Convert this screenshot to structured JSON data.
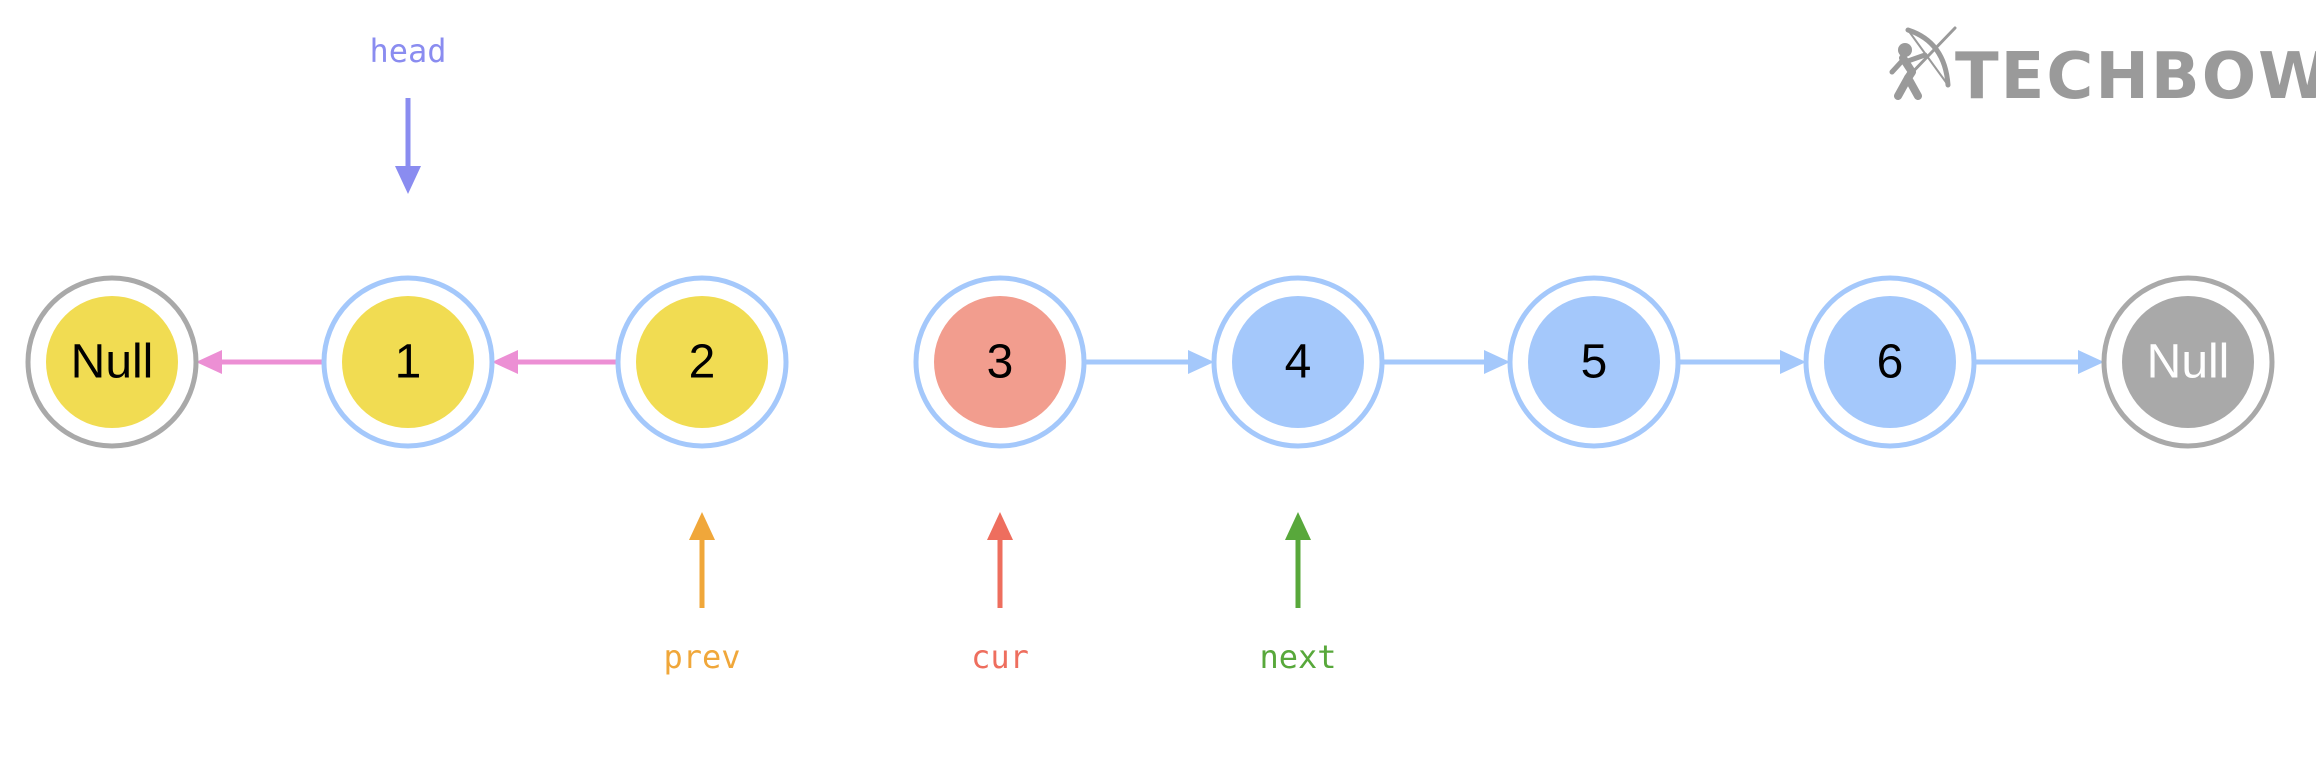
{
  "colors": {
    "yellow_fill": "#f1dc52",
    "blue_fill": "#a4c8fb",
    "red_fill": "#f29d8e",
    "gray_fill": "#a9a9a9",
    "blue_ring": "#a4c8fb",
    "gray_ring": "#a9a9a9",
    "reversed_link": "#ec8fd4",
    "forward_link": "#a4c8fb",
    "head": "#8a8cf0",
    "prev": "#f0a73a",
    "cur": "#ee6e5e",
    "next": "#58a83b",
    "logo": "#9a9a9a"
  },
  "logo": {
    "text": "TECHBOW",
    "icon": "archer-icon"
  },
  "nodes": [
    {
      "label": "Null",
      "fill": "yellow",
      "ring": "gray",
      "text_color": "#000000"
    },
    {
      "label": "1",
      "fill": "yellow",
      "ring": "blue",
      "text_color": "#000000"
    },
    {
      "label": "2",
      "fill": "yellow",
      "ring": "blue",
      "text_color": "#000000"
    },
    {
      "label": "3",
      "fill": "red",
      "ring": "blue",
      "text_color": "#000000"
    },
    {
      "label": "4",
      "fill": "blue",
      "ring": "blue",
      "text_color": "#000000"
    },
    {
      "label": "5",
      "fill": "blue",
      "ring": "blue",
      "text_color": "#000000"
    },
    {
      "label": "6",
      "fill": "blue",
      "ring": "blue",
      "text_color": "#000000"
    },
    {
      "label": "Null",
      "fill": "gray",
      "ring": "gray",
      "text_color": "#ffffff"
    }
  ],
  "links": [
    {
      "from": 1,
      "to": 0,
      "kind": "reversed"
    },
    {
      "from": 2,
      "to": 1,
      "kind": "reversed"
    },
    {
      "from": 3,
      "to": 4,
      "kind": "forward"
    },
    {
      "from": 4,
      "to": 5,
      "kind": "forward"
    },
    {
      "from": 5,
      "to": 6,
      "kind": "forward"
    },
    {
      "from": 6,
      "to": 7,
      "kind": "forward"
    }
  ],
  "pointers": [
    {
      "name": "head",
      "label": "head",
      "node": 1,
      "side": "top",
      "color": "head"
    },
    {
      "name": "prev",
      "label": "prev",
      "node": 2,
      "side": "bottom",
      "color": "prev"
    },
    {
      "name": "cur",
      "label": "cur",
      "node": 3,
      "side": "bottom",
      "color": "cur"
    },
    {
      "name": "next",
      "label": "next",
      "node": 4,
      "side": "bottom",
      "color": "next"
    }
  ]
}
